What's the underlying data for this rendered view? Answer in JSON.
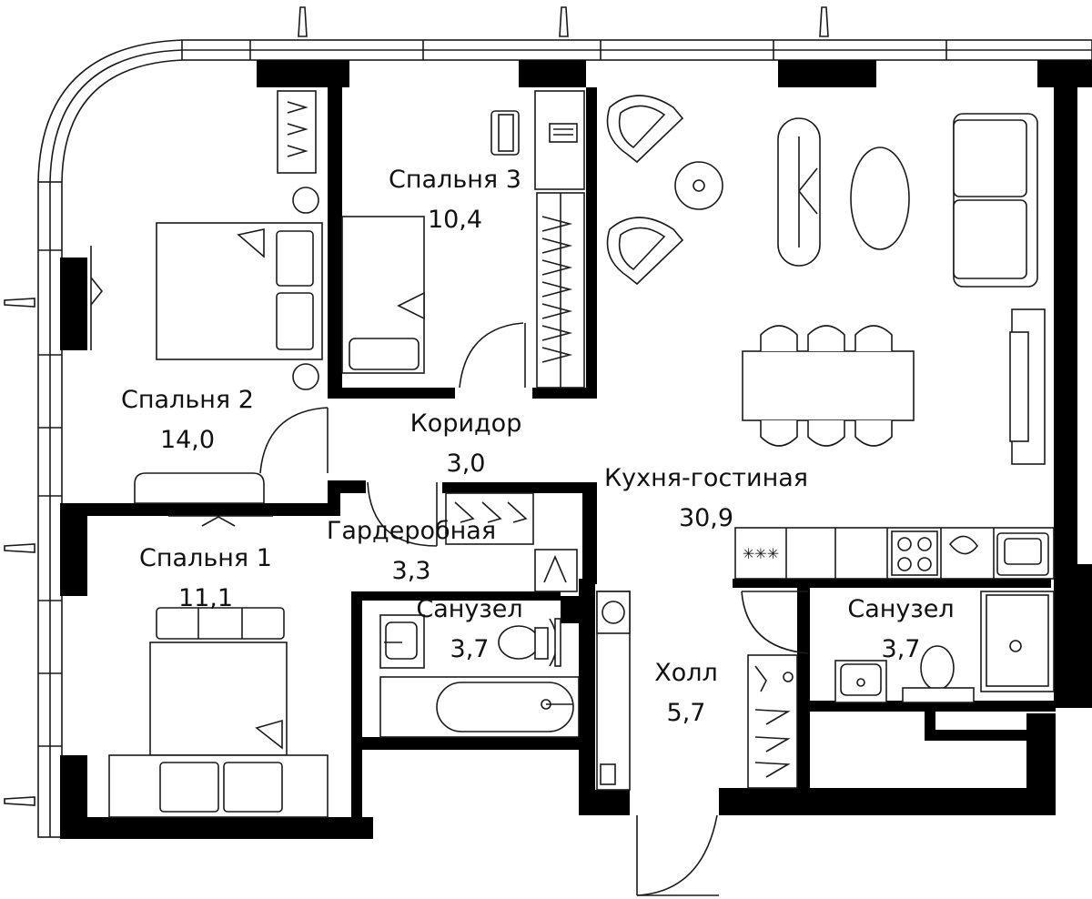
{
  "plan": {
    "colors": {
      "wall": "#000000",
      "line": "#1a1a1a",
      "background": "#ffffff"
    },
    "rooms": [
      {
        "id": "bedroom-3",
        "name": "Спальня 3",
        "area": "10,4"
      },
      {
        "id": "bedroom-2",
        "name": "Спальня 2",
        "area": "14,0"
      },
      {
        "id": "corridor",
        "name": "Коридор",
        "area": "3,0"
      },
      {
        "id": "kitchen-living",
        "name": "Кухня-гостиная",
        "area": "30,9"
      },
      {
        "id": "wardrobe",
        "name": "Гардеробная",
        "area": "3,3"
      },
      {
        "id": "bedroom-1",
        "name": "Спальня 1",
        "area": "11,1"
      },
      {
        "id": "bathroom-1",
        "name": "Санузел",
        "area": "3,7"
      },
      {
        "id": "hall",
        "name": "Холл",
        "area": "5,7"
      },
      {
        "id": "bathroom-2",
        "name": "Санузел",
        "area": "3,7"
      }
    ],
    "icons": [
      "window-icon",
      "bed-icon",
      "sofa-icon",
      "armchair-icon",
      "dining-table-icon",
      "chair-icon",
      "kitchen-counter-icon",
      "stove-icon",
      "sink-icon",
      "toilet-icon",
      "bathtub-icon",
      "shower-icon",
      "washing-machine-icon",
      "wardrobe-hanger-icon",
      "desk-icon",
      "door-swing-icon"
    ]
  }
}
